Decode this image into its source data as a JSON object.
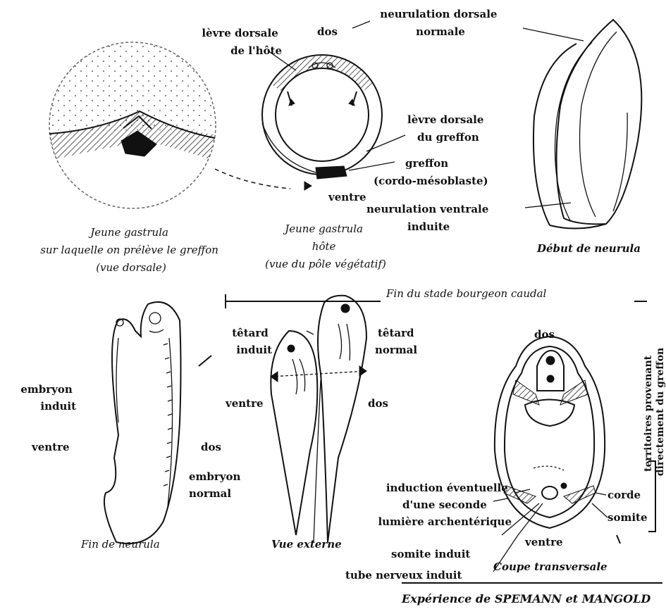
{
  "top": {
    "panel1": {
      "caption": [
        "Jeune gastrula",
        "sur laquelle on prélève le greffon",
        "(vue dorsale)"
      ]
    },
    "panel2": {
      "labels": {
        "dos": "dos",
        "levre_hote": [
          "lèvre dorsale",
          "de l'hôte"
        ],
        "neurulation_dorsale": [
          "neurulation dorsale",
          "normale"
        ],
        "levre_greffon": [
          "lèvre dorsale",
          "du greffon"
        ],
        "greffon": [
          "greffon",
          "(cordo-mésoblaste)"
        ],
        "ventre": "ventre",
        "neurulation_ventrale": [
          "neurulation ventrale",
          "induite"
        ]
      },
      "caption": [
        "Jeune gastrula",
        "hôte",
        "(vue du pôle végétatif)"
      ]
    },
    "panel3": {
      "caption": "Début de neurula"
    }
  },
  "stage_label": "Fin du stade bourgeon caudal",
  "side_label": [
    "territoires provenant",
    "directement du greffon"
  ],
  "bottom": {
    "neurula": {
      "labels": {
        "embryon_induit": [
          "embryon",
          "induit"
        ],
        "ventre": "ventre",
        "dos": "dos",
        "embryon_normal": [
          "embryon",
          "normal"
        ]
      },
      "caption": "Fin de neurula"
    },
    "external": {
      "labels": {
        "tetard_induit": [
          "têtard",
          "induit"
        ],
        "tetard_normal": [
          "têtard",
          "normal"
        ],
        "ventre": "ventre",
        "dos": "dos"
      },
      "caption": "Vue externe"
    },
    "section": {
      "labels": {
        "dos": "dos",
        "induction": [
          "induction éventuelle",
          "d'une seconde",
          "lumière archentérique"
        ],
        "corde": "corde",
        "somite": "somite",
        "ventre": "ventre",
        "somite_induit": "somite induit",
        "tube_nerveux": "tube nerveux induit"
      },
      "caption": "Coupe transversale"
    }
  },
  "footer": "Expérience de SPEMANN et MANGOLD"
}
